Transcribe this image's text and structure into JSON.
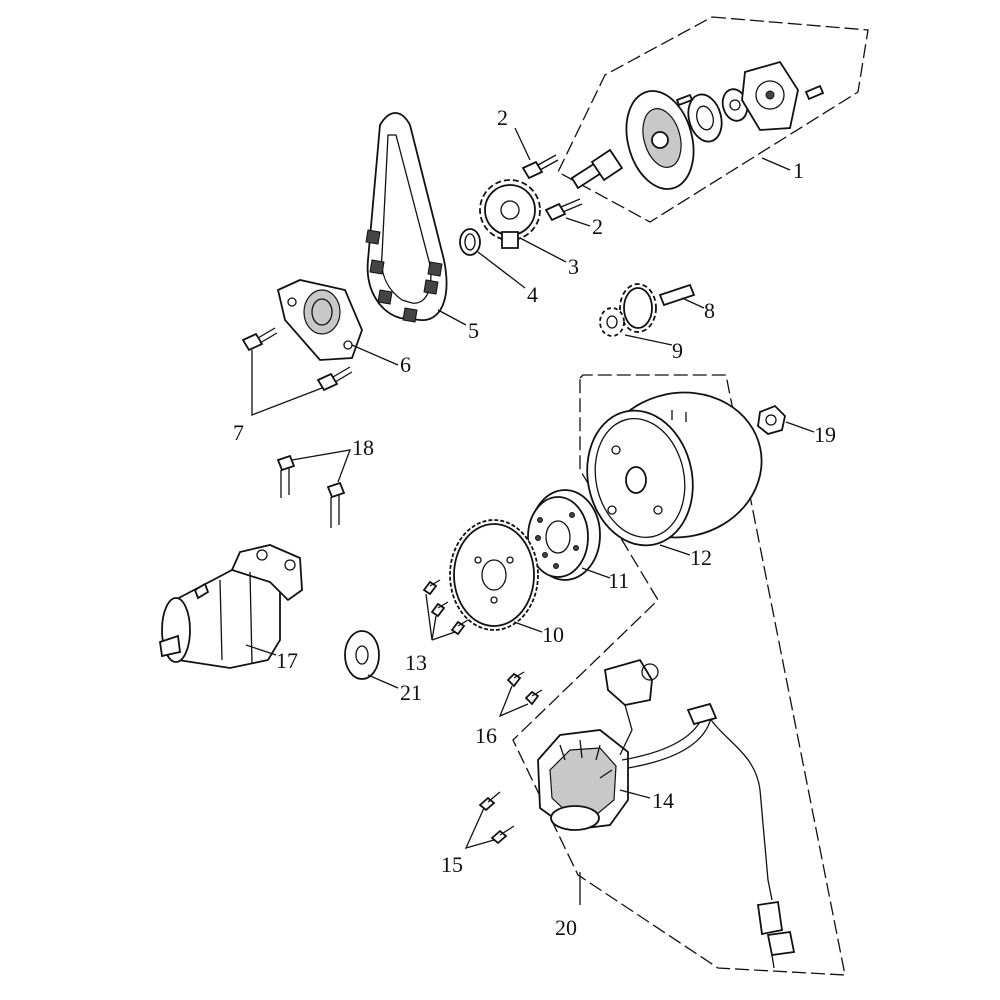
{
  "callouts": [
    {
      "id": "1",
      "label": "1"
    },
    {
      "id": "2a",
      "label": "2"
    },
    {
      "id": "2b",
      "label": "2"
    },
    {
      "id": "3",
      "label": "3"
    },
    {
      "id": "4",
      "label": "4"
    },
    {
      "id": "5",
      "label": "5"
    },
    {
      "id": "6",
      "label": "6"
    },
    {
      "id": "7",
      "label": "7"
    },
    {
      "id": "8",
      "label": "8"
    },
    {
      "id": "9",
      "label": "9"
    },
    {
      "id": "10",
      "label": "10"
    },
    {
      "id": "11",
      "label": "11"
    },
    {
      "id": "12",
      "label": "12"
    },
    {
      "id": "13",
      "label": "13"
    },
    {
      "id": "14",
      "label": "14"
    },
    {
      "id": "15",
      "label": "15"
    },
    {
      "id": "16",
      "label": "16"
    },
    {
      "id": "17",
      "label": "17"
    },
    {
      "id": "18",
      "label": "18"
    },
    {
      "id": "19",
      "label": "19"
    },
    {
      "id": "20",
      "label": "20"
    },
    {
      "id": "21",
      "label": "21"
    }
  ],
  "line_color": "#111111",
  "background": "#ffffff"
}
